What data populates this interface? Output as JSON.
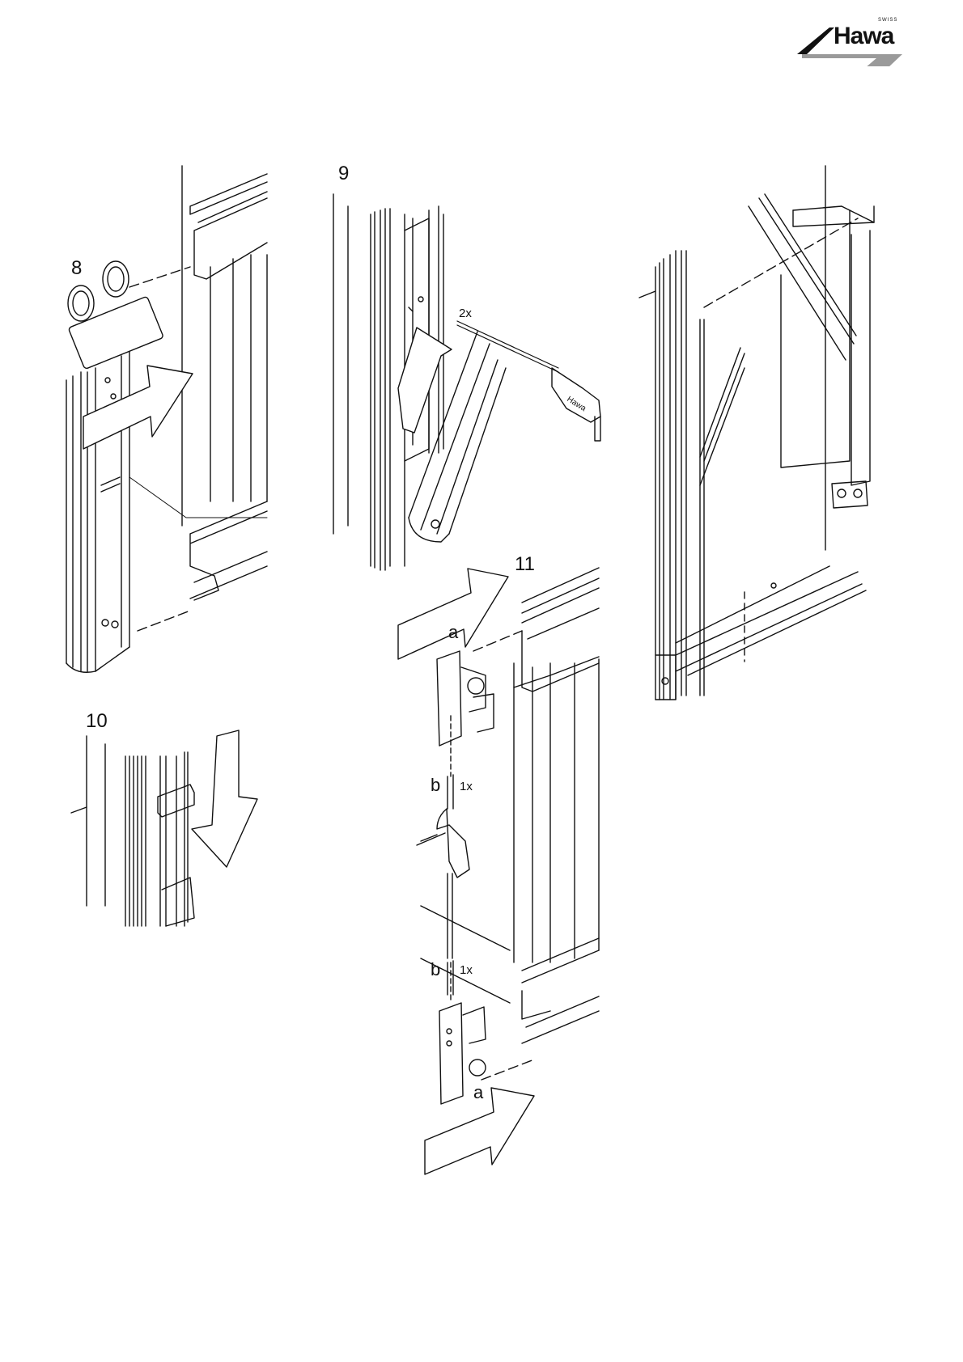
{
  "logo": {
    "brand": "Hawa",
    "tagline": "SWISS"
  },
  "steps": [
    {
      "number": "8"
    },
    {
      "number": "9",
      "quantity": "2x"
    },
    {
      "number": "10"
    },
    {
      "number": "11",
      "parts": [
        {
          "marker": "a"
        },
        {
          "marker": "b",
          "quantity": "1x"
        },
        {
          "marker": "b",
          "quantity": "1x"
        },
        {
          "marker": "a"
        }
      ]
    }
  ],
  "colors": {
    "line": "#111111",
    "arrow_fill": "#ffffff",
    "paper": "#ffffff",
    "logo_arrow": "#9a9a9a"
  }
}
